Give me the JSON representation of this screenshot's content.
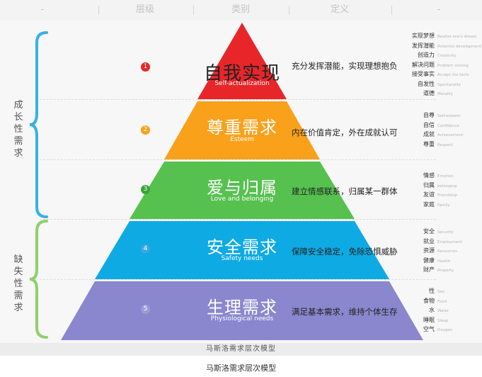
{
  "header": {
    "col0": "-",
    "col1": "层级",
    "col2": "类别",
    "col3": "定义",
    "col4": "-"
  },
  "groups": {
    "growth": "成长性需求",
    "deficiency": "缺失性需求"
  },
  "levels": [
    {
      "number": "1",
      "title": "自我实现",
      "subtitle": "Self-actualization",
      "color": "#e8262a",
      "number_color": "#e8262a",
      "definition": "充分发挥潜能，实现理想抱负",
      "attributes": [
        {
          "cn": "实现梦想",
          "en": "Realize one's dream"
        },
        {
          "cn": "发挥潜能",
          "en": "Potential development"
        },
        {
          "cn": "创造力",
          "en": "Creativity"
        },
        {
          "cn": "解决问题",
          "en": "Problem solving"
        },
        {
          "cn": "接受事实",
          "en": "Accept the facts"
        },
        {
          "cn": "自发性",
          "en": "Spontaneity"
        },
        {
          "cn": "道德",
          "en": "Morality"
        }
      ]
    },
    {
      "number": "2",
      "title": "尊重需求",
      "subtitle": "Esteem",
      "color": "#f9a11b",
      "number_color": "#f9a11b",
      "definition": "内在价值肯定，外在成就认可",
      "attributes": [
        {
          "cn": "自尊",
          "en": "Self-esteem"
        },
        {
          "cn": "自信",
          "en": "Confidence"
        },
        {
          "cn": "成就",
          "en": "Achievement"
        },
        {
          "cn": "尊重",
          "en": "Respect"
        }
      ]
    },
    {
      "number": "3",
      "title": "爱与归属",
      "subtitle": "Love and belonging",
      "color": "#56c14f",
      "number_color": "#3aa53c",
      "definition": "建立情感联系，归属某一群体",
      "attributes": [
        {
          "cn": "情感",
          "en": "Emotion"
        },
        {
          "cn": "归属",
          "en": "belonging"
        },
        {
          "cn": "友谊",
          "en": "Friendship"
        },
        {
          "cn": "家庭",
          "en": "Family"
        }
      ]
    },
    {
      "number": "4",
      "title": "安全需求",
      "subtitle": "Safety needs",
      "color": "#0eaae3",
      "number_color": "#3ba8de",
      "definition": "保障安全稳定，免除恐惧威胁",
      "attributes": [
        {
          "cn": "安全",
          "en": "Security"
        },
        {
          "cn": "就业",
          "en": "Employment"
        },
        {
          "cn": "资源",
          "en": "Resources"
        },
        {
          "cn": "健康",
          "en": "Health"
        },
        {
          "cn": "财产",
          "en": "Property"
        }
      ]
    },
    {
      "number": "5",
      "title": "生理需求",
      "subtitle": "Physiological needs",
      "color": "#8a87cf",
      "number_color": "#9d9bd6",
      "definition": "满足基本需求，维持个体生存",
      "attributes": [
        {
          "cn": "性",
          "en": "Sex"
        },
        {
          "cn": "食物",
          "en": "Food"
        },
        {
          "cn": "水",
          "en": "Water"
        },
        {
          "cn": "睡眠",
          "en": "Sleep"
        },
        {
          "cn": "空气",
          "en": "Oxygen"
        }
      ]
    }
  ],
  "bracket_colors": {
    "growth": "#36b1e8",
    "deficiency": "#8fd16a"
  },
  "footer": "马斯洛需求层次模型",
  "caption": "马斯洛需求层次模型"
}
